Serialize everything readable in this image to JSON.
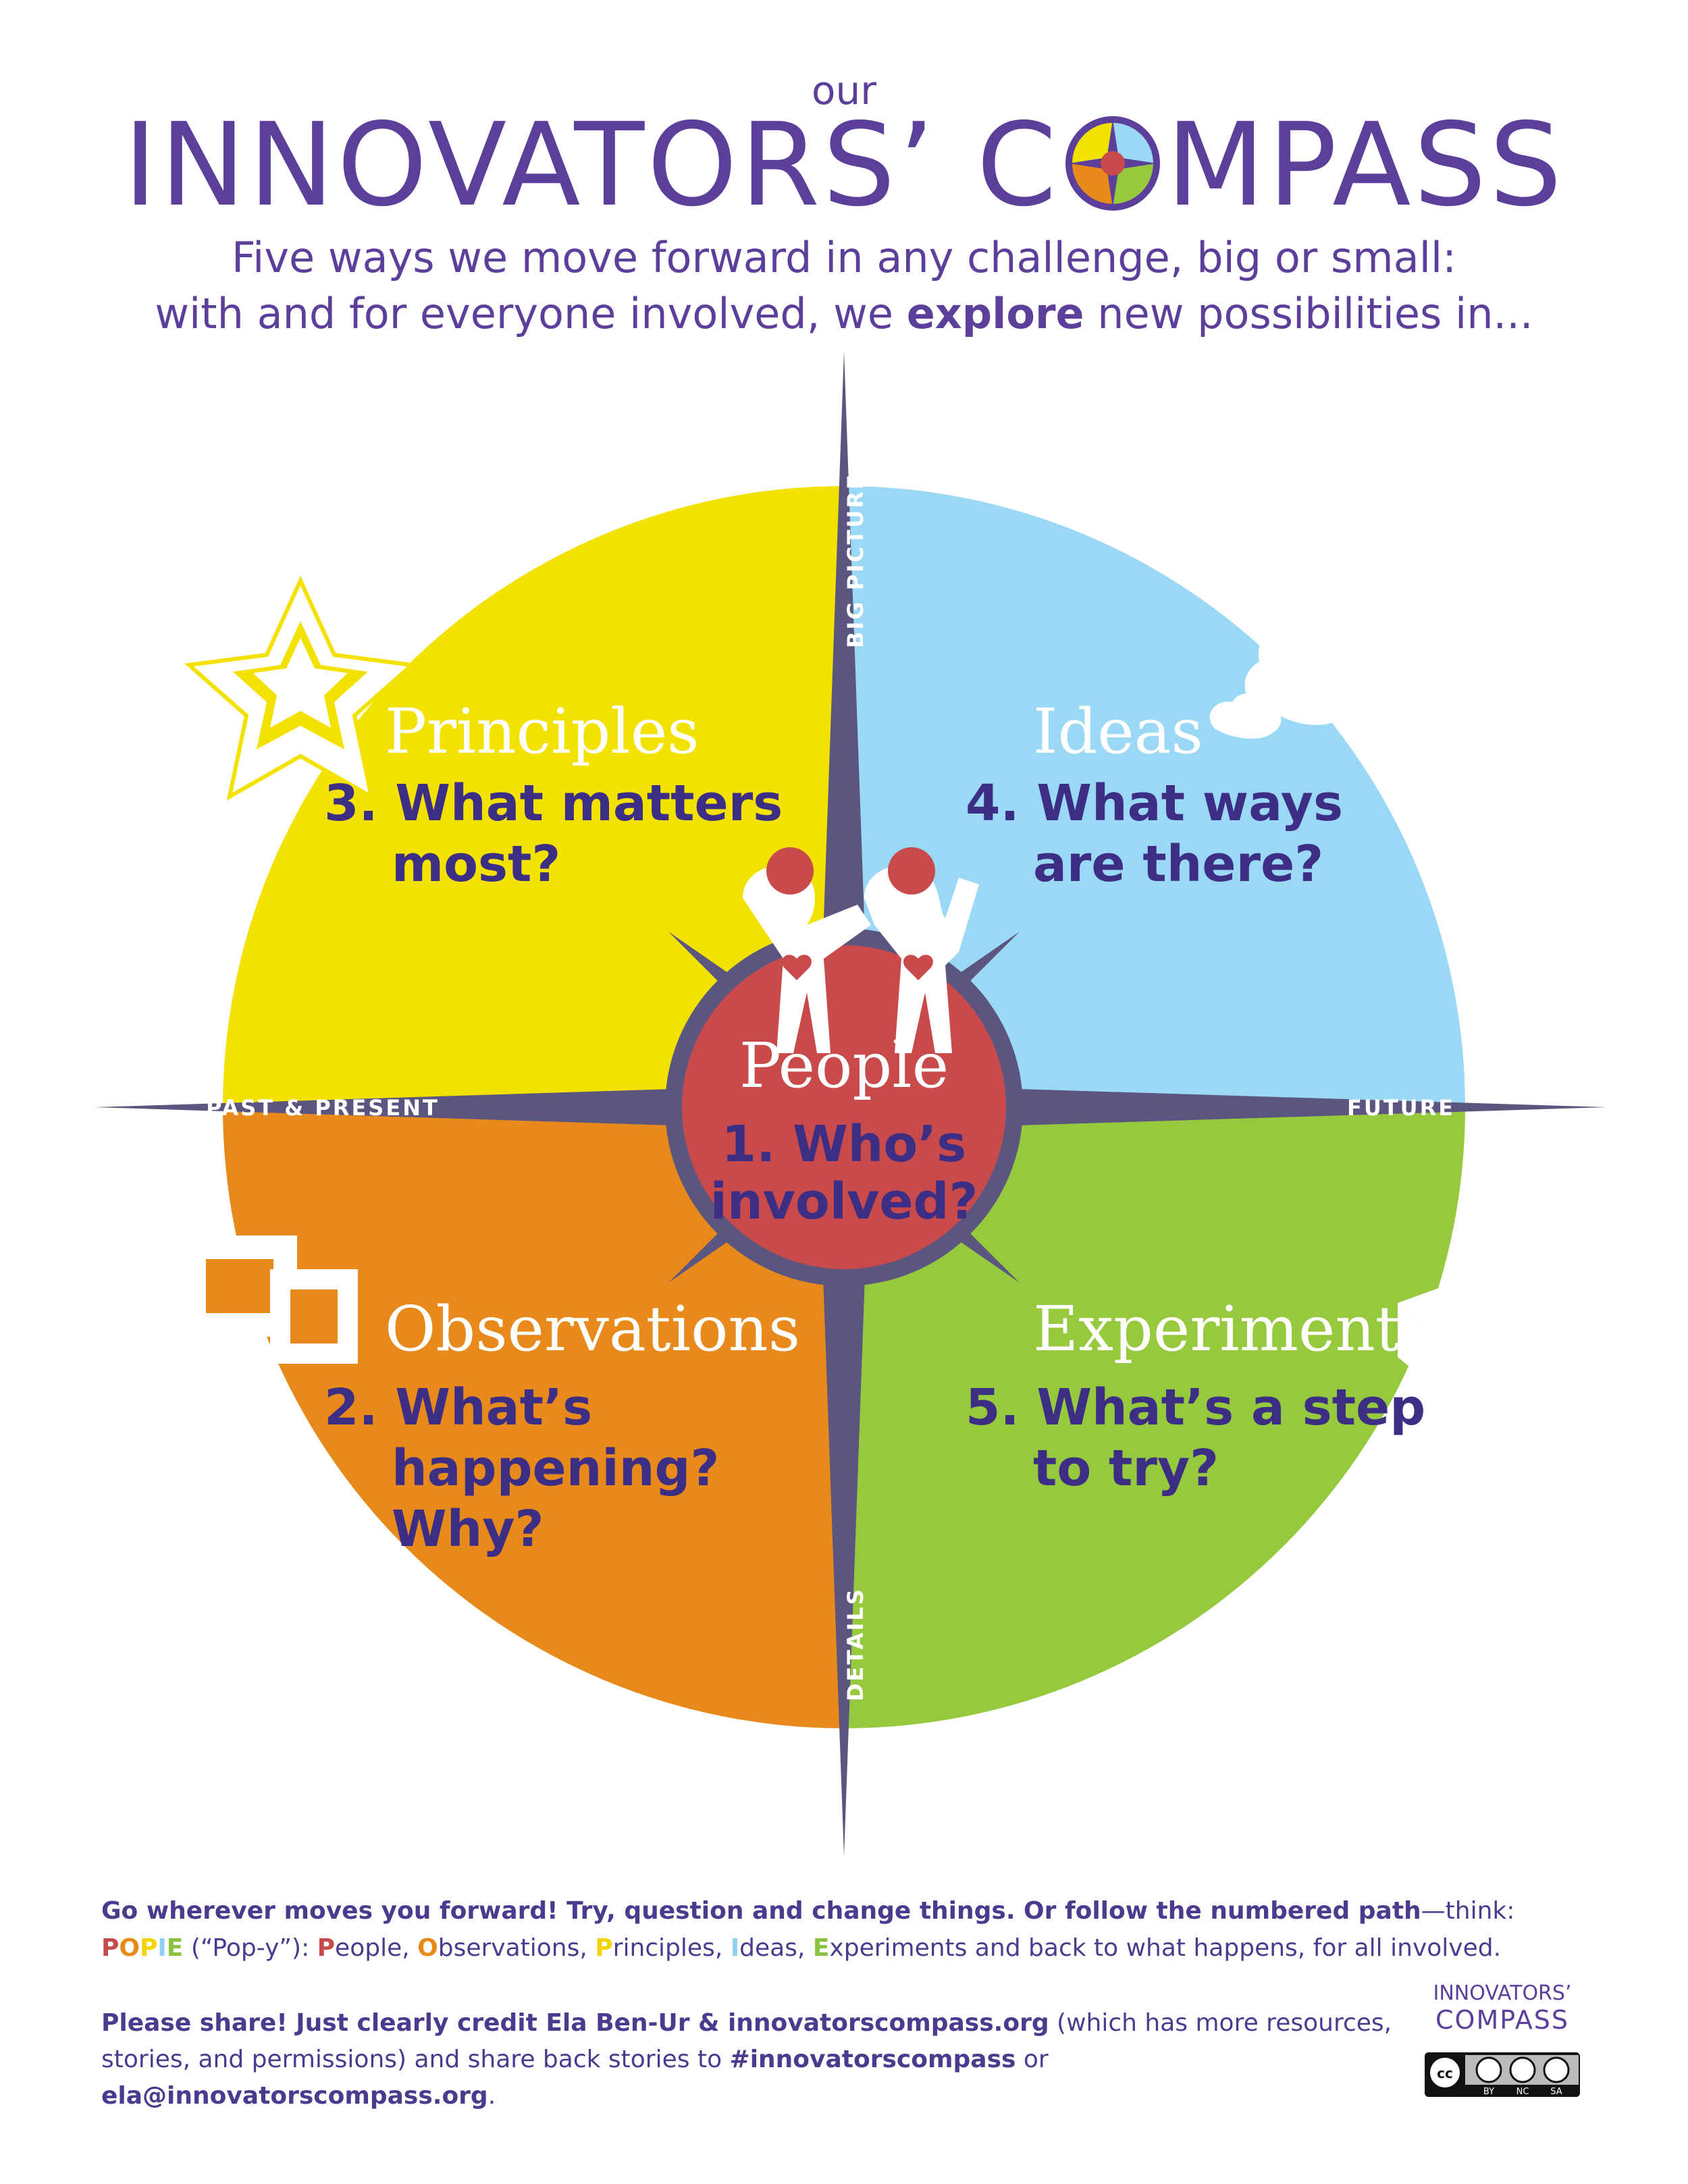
{
  "header": {
    "our": "our",
    "title_left": "INNOVATORS’ C",
    "title_right": "MPASS",
    "subtitle_line1": "Five ways we move forward in any challenge, big or small:",
    "subtitle_line2_pre": "with and for everyone involved, we ",
    "subtitle_line2_bold": "explore",
    "subtitle_line2_post": " new possibilities in..."
  },
  "axes": {
    "top": "BIG PICTURE",
    "bottom": "DETAILS",
    "left": "PAST & PRESENT",
    "right": "FUTURE"
  },
  "quadrants": {
    "principles": {
      "name": "Principles",
      "q1": "3. What matters",
      "q2": "most?",
      "color": "#f3e100"
    },
    "ideas": {
      "name": "Ideas",
      "q1": "4. What ways",
      "q2": "are there?",
      "color": "#9ad8f5"
    },
    "observations": {
      "name": "Observations",
      "q1": "2. What’s",
      "q2": "happening?",
      "q3": "Why?",
      "color": "#e8891c"
    },
    "experiments": {
      "name": "Experiments",
      "q1": "5. What’s a step",
      "q2": "to try?",
      "color": "#96c93d"
    },
    "people": {
      "name": "People",
      "q1": "1. Who’s",
      "q2": "involved?",
      "color": "#c94a4a"
    }
  },
  "footer": {
    "line1_bold": "Go wherever moves you forward! Try, question and change things. Or follow the numbered path",
    "line1_tail": "—think:",
    "popie_p": "P",
    "popie_o": "O",
    "popie_p2": "P",
    "popie_i": "I",
    "popie_e": "E",
    "line2_rest": " (“Pop-y”):  ",
    "l2_p": "P",
    "l2_people": "eople, ",
    "l2_o": "O",
    "l2_obs": "bservations, ",
    "l2_pr": "P",
    "l2_prin": "rinciples, ",
    "l2_i": "I",
    "l2_ideas": "deas, ",
    "l2_e": "E",
    "l2_exp": "xperiments and back to what happens, for all involved.",
    "share_bold": "Please share! Just clearly credit Ela Ben-Ur & innovatorscompass.org",
    "share_rest": " (which has more resources, stories, and permissions) and share back stories to ",
    "hashtag": "#innovatorscompass",
    "or": " or ",
    "email": "ela@innovatorscompass.org",
    "period": "."
  },
  "logo": {
    "line1": "INNOVATORS’",
    "line2": "COMPASS",
    "cc_labels": [
      "BY",
      "NC",
      "SA"
    ]
  }
}
